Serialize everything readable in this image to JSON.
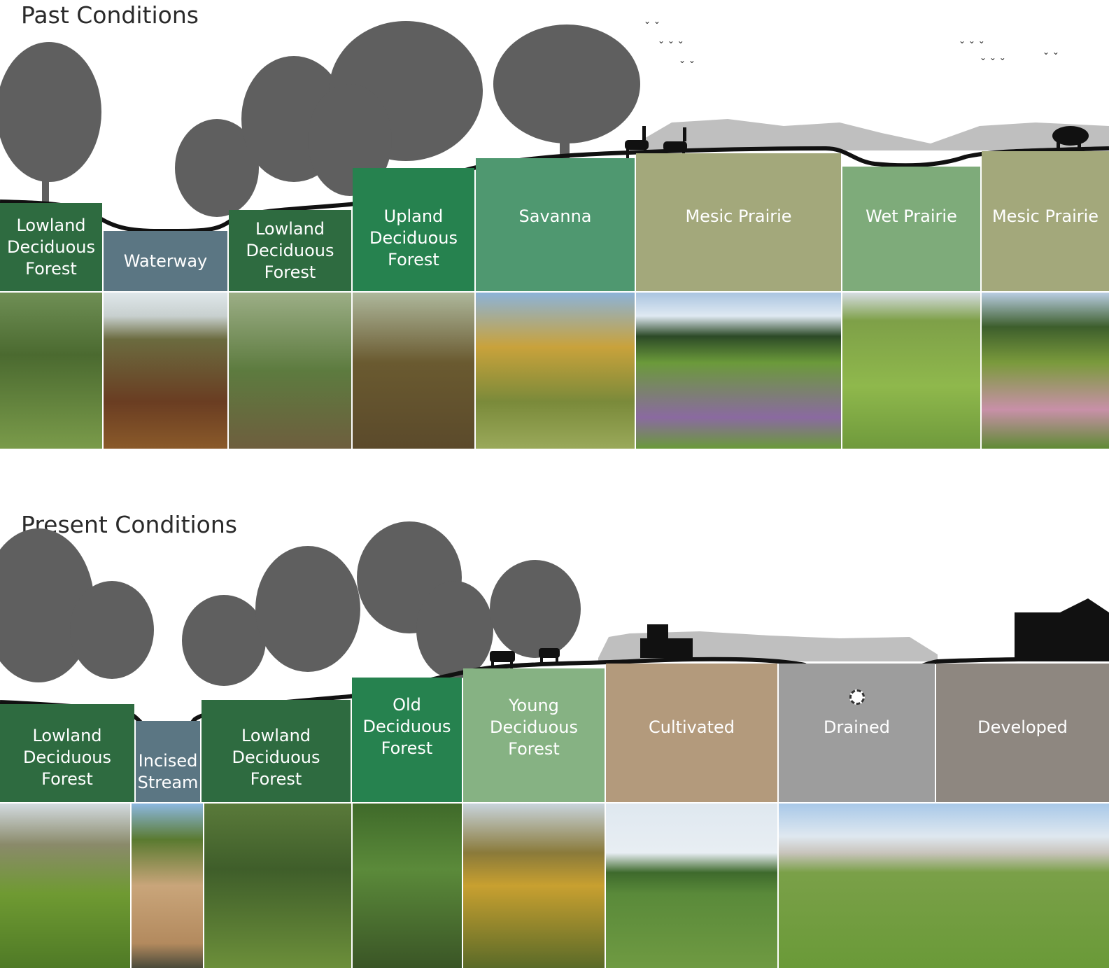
{
  "past": {
    "title": "Past Conditions",
    "zones": [
      {
        "label": "Lowland\nDeciduous\nForest",
        "color": "#2e6b40"
      },
      {
        "label": "Waterway",
        "color": "#5b7683"
      },
      {
        "label": "Lowland\nDeciduous\nForest",
        "color": "#2e6b40"
      },
      {
        "label": "Upland\nDeciduous\nForest",
        "color": "#26824f"
      },
      {
        "label": "Savanna",
        "color": "#4f9870"
      },
      {
        "label": "Mesic Prairie",
        "color": "#a3a87b"
      },
      {
        "label": "Wet Prairie",
        "color": "#7eab7a"
      },
      {
        "label": "Mesic Prairie",
        "color": "#a3a87b"
      }
    ],
    "photos": [
      "lowland forest photo",
      "waterway marsh photo",
      "lowland forest photo",
      "upland forest photo",
      "savanna photo",
      "mesic prairie photo",
      "wet prairie photo",
      "mesic prairie photo"
    ]
  },
  "present": {
    "title": "Present Conditions",
    "zones": [
      {
        "label": "Lowland\nDeciduous\nForest",
        "color": "#2e6b40"
      },
      {
        "label": "Incised\nStream",
        "color": "#5b7683"
      },
      {
        "label": "Lowland\nDeciduous\nForest",
        "color": "#2e6b40"
      },
      {
        "label": "Old\nDeciduous\nForest",
        "color": "#26824f"
      },
      {
        "label": "Young\nDeciduous\nForest",
        "color": "#86b283"
      },
      {
        "label": "Cultivated",
        "color": "#b39a7c"
      },
      {
        "label": "Drained",
        "color": "#9d9d9d"
      },
      {
        "label": "Developed",
        "color": "#8e8780"
      }
    ],
    "photos": [
      "lowland forest photo",
      "incised stream photo",
      "lowland forest photo",
      "old forest photo",
      "young forest photo",
      "cultivated field photo",
      "developed housing photo"
    ]
  },
  "colors": {
    "tree": "#5f5f5f",
    "ground": "#111111",
    "photo_green": "#5d8a3a"
  }
}
